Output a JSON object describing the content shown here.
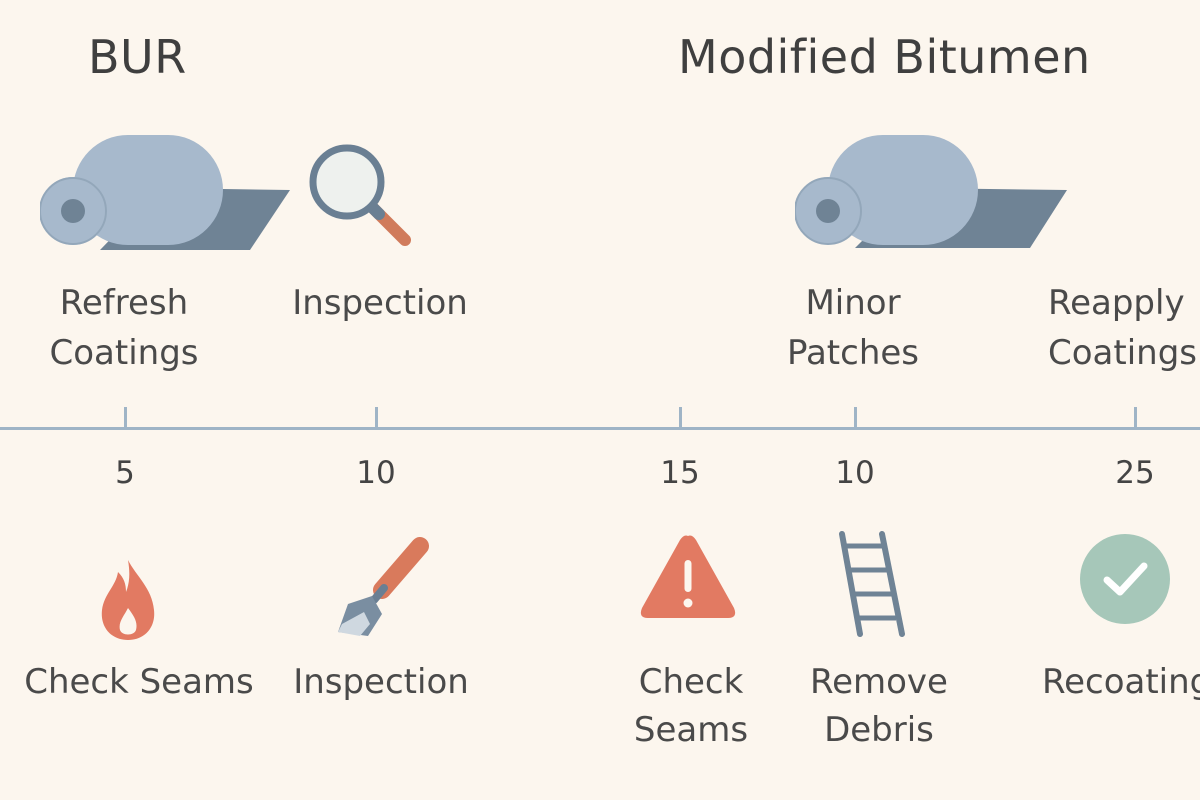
{
  "titles": {
    "bur": "BUR",
    "modified": "Modified Bitumen"
  },
  "colors": {
    "background": "#fcf6ee",
    "roll": "#a7b9cc",
    "sheet": "#6f8395",
    "axis": "#9fb4c6",
    "accent_orange": "#e27a62",
    "check_green": "#a6c7b9"
  },
  "top_items": [
    {
      "icon": "membrane-roll-icon",
      "label": "Refresh\nCoatings"
    },
    {
      "icon": "magnifier-icon",
      "label": "Inspection"
    },
    {
      "icon": "membrane-roll-icon",
      "label": "Minor\nPatches"
    },
    {
      "icon": "",
      "label": "Reapply\nCoatings"
    }
  ],
  "timeline": {
    "years": [
      "5",
      "10",
      "15",
      "10",
      "25"
    ]
  },
  "bottom_items": [
    {
      "icon": "flame-icon",
      "label": "Check Seams"
    },
    {
      "icon": "scraper-tool-icon",
      "label": "Inspection"
    },
    {
      "icon": "warning-triangle-icon",
      "label": "Check\nSeams"
    },
    {
      "icon": "ladder-icon",
      "label": "Remove\nDebris"
    },
    {
      "icon": "check-circle-icon",
      "label": "Recoating"
    }
  ]
}
